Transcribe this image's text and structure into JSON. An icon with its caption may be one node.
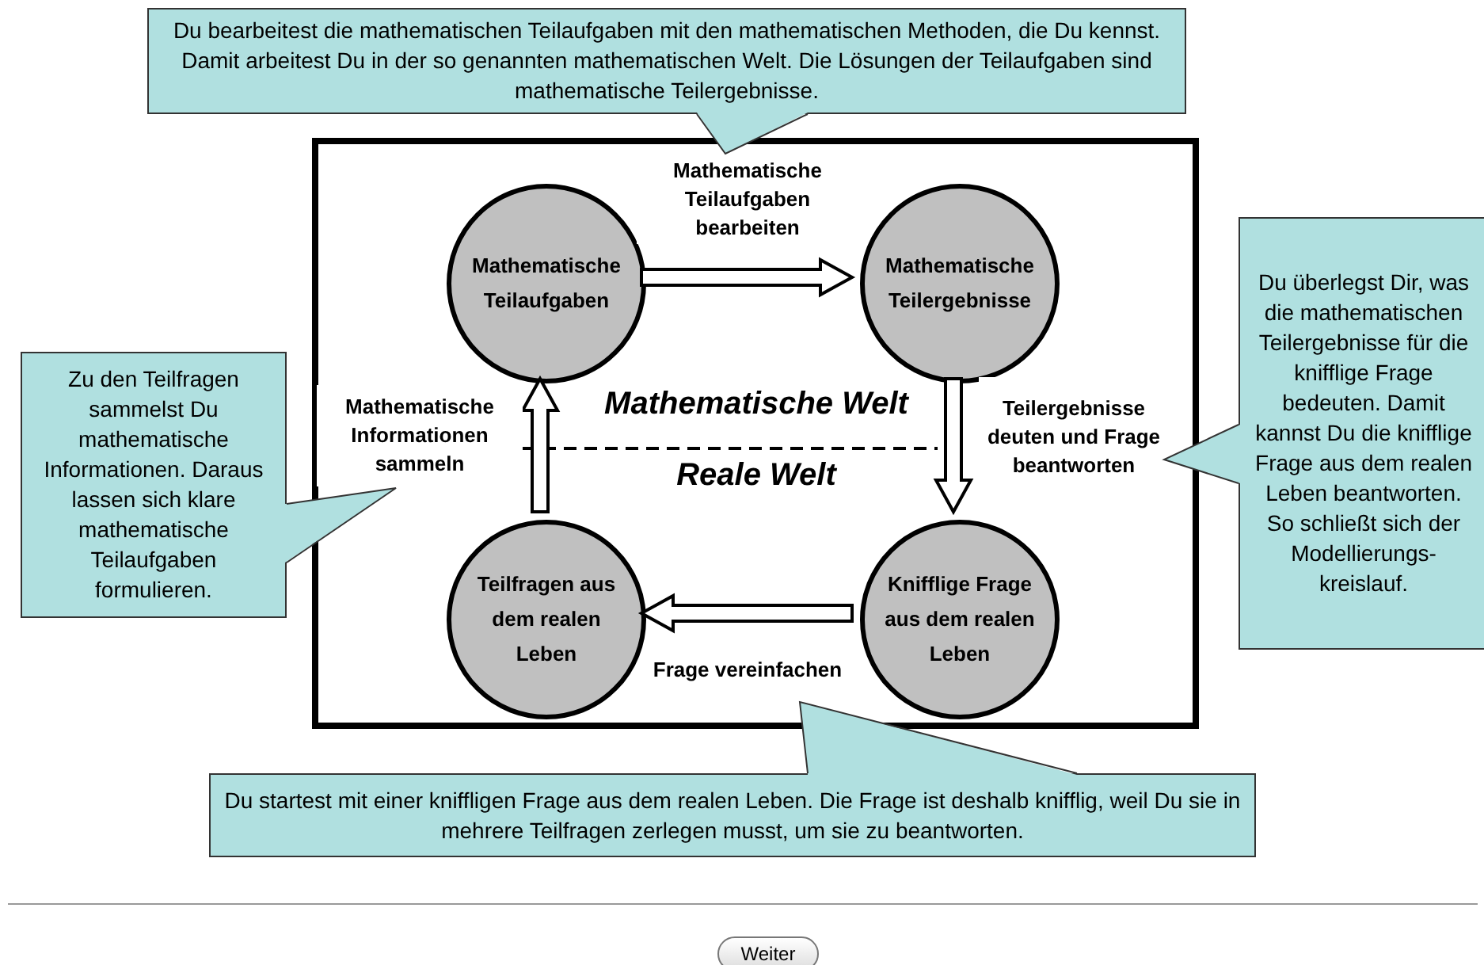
{
  "diagram": {
    "nodes": [
      {
        "text": [],
        "shape": "box"
      },
      {
        "text": [
          "Mathematische Teilaufgaben"
        ],
        "in": 0
      },
      {
        "text": [
          "Mathematische Teilergebnisse"
        ],
        "in": 0
      },
      {
        "text": [
          "Knifflige Frage aus dem realen Leben"
        ],
        "in": 0
      },
      {
        "text": [
          "Teilfragen aus dem realen Leben"
        ],
        "in": 0
      },
      {
        "text": [
          "Du bearbeitest die mathematischen Teilaufgaben mit den mathematischen Methoden, die Du kennst. Damit arbeitest Du in der so genannten mathematischen Welt. Die Lösungen der Teilaufgaben sind mathematische Teilergebnisse."
        ]
      },
      {
        "text": [
          "Du überlegst Dir, was die mathematischen Teilergebnisse für die knifflige Frage bedeuten. Damit kannst Du die knifflige Frage aus dem realen Leben beantworten. So schließt sich der Modellierungs- kreislauf."
        ]
      },
      {
        "text": [
          "Du startest mit einer kniffligen Frage aus dem realen Leben. Die Frage ist deshalb knifflig, weil Du sie in mehrere Teilfragen zerlegen musst, um sie zu beantworten."
        ]
      },
      {
        "text": [
          "Zu den Teilfragen sammelst Du mathematische Informationen. Daraus lassen sich klare mathematische Teilaufgaben formulieren."
        ]
      }
    ],
    "edges": [
      {
        "from": 1,
        "to": 2,
        "arrow": "to",
        "label": "Mathematische Teilaufgaben bearbeiten"
      },
      {
        "from": 2,
        "to": 3,
        "arrow": "to",
        "label": "Teilergebnisse deuten und Frage beantworten"
      },
      {
        "from": 3,
        "to": 4,
        "arrow": "to",
        "label": "Frage vereinfachen"
      },
      {
        "from": 4,
        "to": 1,
        "arrow": "to",
        "label": "Mathematische Informationen sammeln"
      }
    ],
    "labels": [
      "Mathematische Welt",
      "Reale Welt",
      "Weiter"
    ]
  }
}
